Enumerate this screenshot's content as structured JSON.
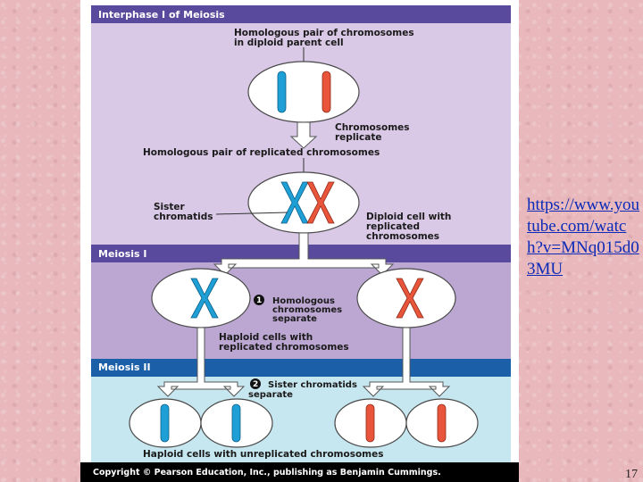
{
  "figure": {
    "sections": {
      "interphase": "Interphase I of Meiosis",
      "meiosis1": "Meiosis I",
      "meiosis2": "Meiosis II"
    },
    "labels": {
      "homologous_pair_l1": "Homologous pair of chromosomes",
      "homologous_pair_l2": "in diploid parent cell",
      "replicate_l1": "Chromosomes",
      "replicate_l2": "replicate",
      "homologous_replicated": "Homologous pair of replicated chromosomes",
      "sister_l1": "Sister",
      "sister_l2": "chromatids",
      "diploid_l1": "Diploid cell with",
      "diploid_l2": "replicated",
      "diploid_l3": "chromosomes",
      "step1_num": "1",
      "step1_l1": "Homologous",
      "step1_l2": "chromosomes",
      "step1_l3": "separate",
      "haploid_rep_l1": "Haploid cells with",
      "haploid_rep_l2": "replicated chromosomes",
      "step2_num": "2",
      "step2_l1": "Sister chromatids",
      "step2_l2": "separate",
      "haploid_unrep": "Haploid cells with unreplicated chromosomes",
      "copyright": "Copyright © Pearson Education, Inc., publishing as Benjamin Cummings."
    },
    "colors": {
      "interphase_bg": "#d9c8e6",
      "meiosis1_bg": "#bca7d3",
      "meiosis2_bg": "#c6e6f0",
      "band_purple": "#5a4a9e",
      "band_blue": "#1b5fa8",
      "chromosome_maternal": "#1e9fd6",
      "chromosome_paternal": "#e8553a"
    }
  },
  "side": {
    "link_text": "https://www.youtube.com/watch?v=MNq015d03MU",
    "page_number": "17"
  }
}
